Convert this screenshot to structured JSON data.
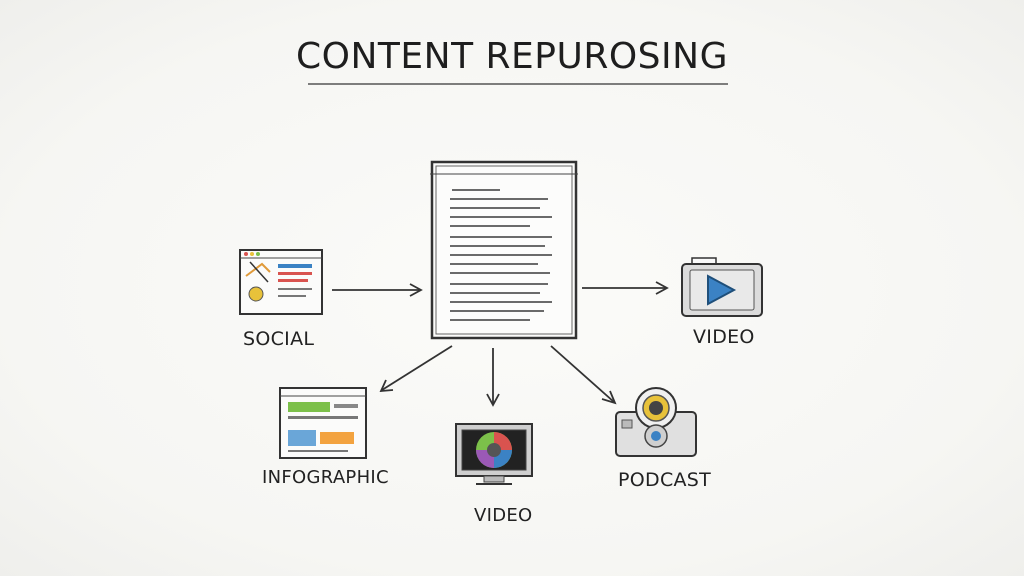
{
  "title": "CONTENT REPUROSING",
  "labels": {
    "social": "SOCIAL",
    "video_right": "VIDEO",
    "infographic": "INFOGRAPHIC",
    "video_bottom": "VIDEO",
    "podcast": "PODCAST"
  },
  "colors": {
    "ink": "#2a2a2a",
    "play_blue": "#3b82c4",
    "green": "#7cc04a",
    "orange": "#f3a340",
    "blue": "#6aa6d8",
    "red": "#d9534f",
    "yellow": "#e8c23a"
  }
}
